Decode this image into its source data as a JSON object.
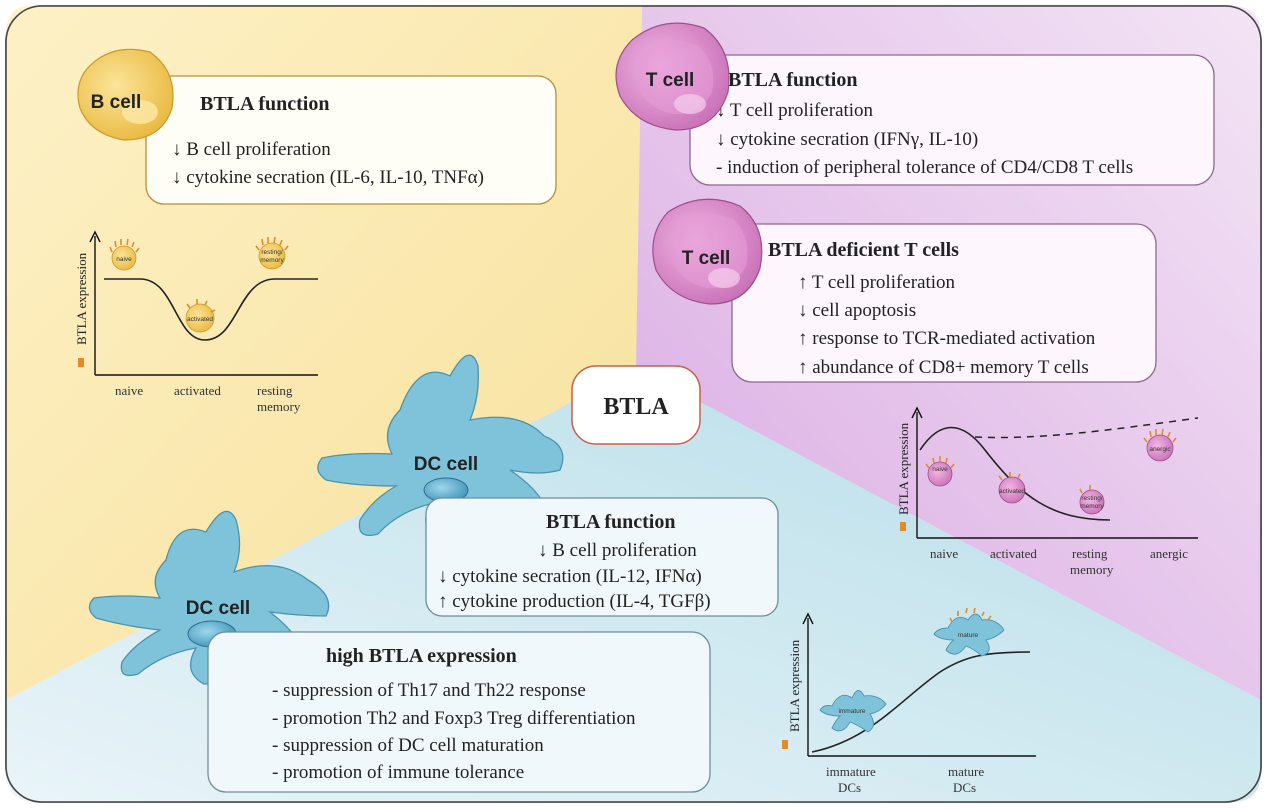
{
  "center_label": "BTLA",
  "cells": {
    "b_cell": "B cell",
    "t_cell_1": "T cell",
    "t_cell_2": "T cell",
    "dc_cell_1": "DC cell",
    "dc_cell_2": "DC cell"
  },
  "b_box": {
    "title": "BTLA function",
    "lines": [
      "↓ B cell proliferation",
      "↓ cytokine secration (IL-6, IL-10, TNFα)"
    ]
  },
  "t_box": {
    "title": "BTLA function",
    "lines": [
      "↓ T cell proliferation",
      "↓ cytokine secration (IFNγ, IL-10)",
      "- induction of peripheral tolerance of CD4/CD8 T cells"
    ]
  },
  "t_def_box": {
    "title": "BTLA deficient T cells",
    "lines": [
      "↑ T cell proliferation",
      "↓ cell apoptosis",
      "↑ response to TCR-mediated activation",
      "↑ abundance of CD8+ memory T cells"
    ]
  },
  "dc_box": {
    "title": "BTLA function",
    "lines": [
      "↓ B cell proliferation",
      "↓ cytokine secration (IL-12, IFNα)",
      "↑ cytokine production (IL-4, TGFβ)"
    ]
  },
  "high_box": {
    "title": "high BTLA expression",
    "lines": [
      "- suppression of Th17 and Th22 response",
      "- promotion Th2 and Foxp3 Treg differentiation",
      "- suppression of DC cell maturation",
      "- promotion of immune tolerance"
    ]
  },
  "b_chart": {
    "ylabel": "BTLA expression",
    "ticks": [
      "naive",
      "activated",
      "resting",
      "memory"
    ],
    "cell_labels": [
      "naive",
      "activated",
      "resting/",
      "memory"
    ]
  },
  "t_chart": {
    "ylabel": "BTLA expression",
    "ticks": [
      "naive",
      "activated",
      "resting",
      "memory",
      "anergic"
    ],
    "cell_labels": [
      "naive",
      "activated",
      "resting/",
      "memory",
      "anergic"
    ]
  },
  "dc_chart": {
    "ylabel": "BTLA expression",
    "ticks": [
      "immature",
      "DCs",
      "mature",
      "DCs"
    ],
    "cell_labels": [
      "immature",
      "mature"
    ]
  },
  "colors": {
    "yellow_bg": "#fbeebc",
    "purple_bg": "#e7c9ec",
    "blue_bg": "#c8e6ee",
    "b_cell": "#f3c84a",
    "t_cell": "#d77fc6",
    "dc_cell": "#7fc6dc"
  }
}
